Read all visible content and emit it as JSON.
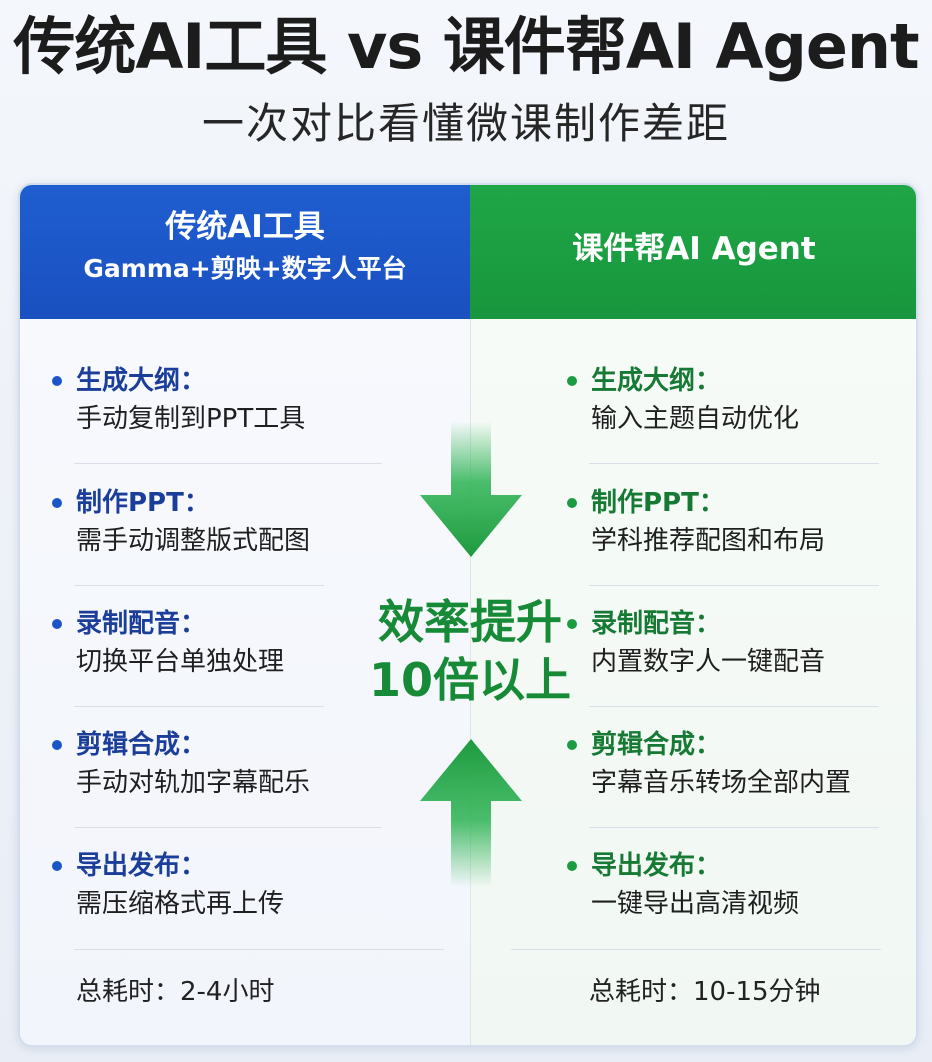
{
  "title": "传统AI工具 vs 课件帮AI Agent",
  "subtitle": "一次对比看懂微课制作差距",
  "left": {
    "heading": "传统AI工具",
    "subheading": "Gamma+剪映+数字人平台",
    "items": [
      {
        "label": "生成大纲：",
        "desc": "手动复制到PPT工具"
      },
      {
        "label": "制作PPT：",
        "desc": "需手动调整版式配图"
      },
      {
        "label": "录制配音：",
        "desc": "切换平台单独处理"
      },
      {
        "label": "剪辑合成：",
        "desc": "手动对轨加字幕配乐"
      },
      {
        "label": "导出发布：",
        "desc": "需压缩格式再上传"
      }
    ],
    "total": "总耗时：2-4小时"
  },
  "right": {
    "heading": "课件帮AI Agent",
    "items": [
      {
        "label": "生成大纲：",
        "desc": "输入主题自动优化"
      },
      {
        "label": "制作PPT：",
        "desc": "学科推荐配图和布局"
      },
      {
        "label": "录制配音：",
        "desc": "内置数字人一键配音"
      },
      {
        "label": "剪辑合成：",
        "desc": "字幕音乐转场全部内置"
      },
      {
        "label": "导出发布：",
        "desc": "一键导出高清视频"
      }
    ],
    "total": "总耗时：10-15分钟"
  },
  "center": {
    "line1": "效率提升",
    "line2": "10倍以上",
    "arrow_icons": [
      "arrow-down-icon",
      "arrow-up-icon"
    ]
  },
  "colors": {
    "blue": "#1f5ed0",
    "green": "#1fa646",
    "green_text": "#178a37",
    "blue_text": "#1b3e9a"
  }
}
